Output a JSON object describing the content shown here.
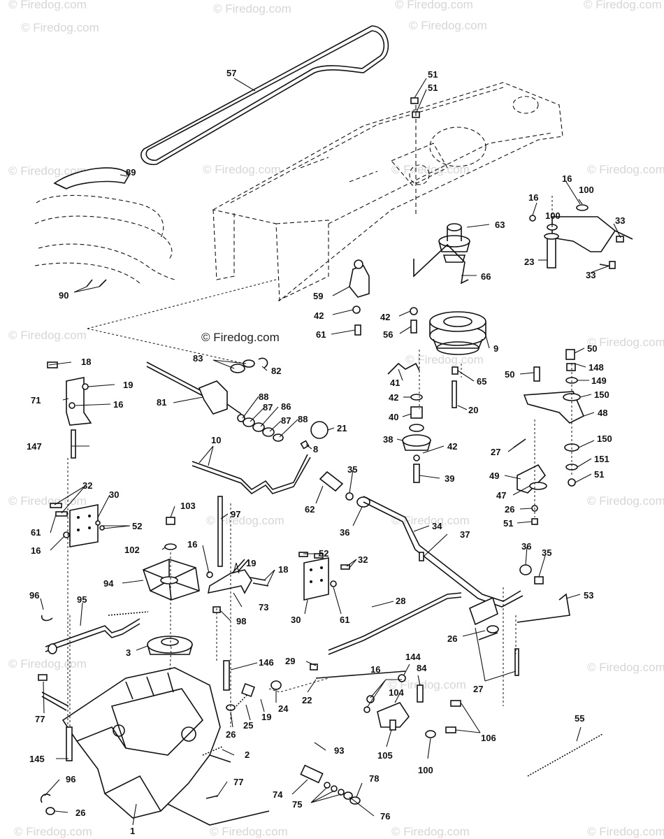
{
  "watermark": {
    "text": "© Firedog.com"
  },
  "copyright": "© Firedog.com",
  "parts": [
    {
      "id": "p57",
      "label": "57"
    },
    {
      "id": "p51a",
      "label": "51"
    },
    {
      "id": "p51b",
      "label": "51"
    },
    {
      "id": "p89",
      "label": "89"
    },
    {
      "id": "p90",
      "label": "90"
    },
    {
      "id": "p63",
      "label": "63"
    },
    {
      "id": "p16a",
      "label": "16"
    },
    {
      "id": "p100a",
      "label": "100"
    },
    {
      "id": "p16b",
      "label": "16"
    },
    {
      "id": "p100b",
      "label": "100"
    },
    {
      "id": "p33a",
      "label": "33"
    },
    {
      "id": "p23",
      "label": "23"
    },
    {
      "id": "p33b",
      "label": "33"
    },
    {
      "id": "p66",
      "label": "66"
    },
    {
      "id": "p59",
      "label": "59"
    },
    {
      "id": "p42a",
      "label": "42"
    },
    {
      "id": "p61a",
      "label": "61"
    },
    {
      "id": "p42b",
      "label": "42"
    },
    {
      "id": "p56",
      "label": "56"
    },
    {
      "id": "p9",
      "label": "9"
    },
    {
      "id": "p50a",
      "label": "50"
    },
    {
      "id": "p83",
      "label": "83"
    },
    {
      "id": "p82",
      "label": "82"
    },
    {
      "id": "p18a",
      "label": "18"
    },
    {
      "id": "p19a",
      "label": "19"
    },
    {
      "id": "p71",
      "label": "71"
    },
    {
      "id": "p16c",
      "label": "16"
    },
    {
      "id": "p147",
      "label": "147"
    },
    {
      "id": "p81",
      "label": "81"
    },
    {
      "id": "p88a",
      "label": "88"
    },
    {
      "id": "p87a",
      "label": "87"
    },
    {
      "id": "p86",
      "label": "86"
    },
    {
      "id": "p87b",
      "label": "87"
    },
    {
      "id": "p88b",
      "label": "88"
    },
    {
      "id": "p21",
      "label": "21"
    },
    {
      "id": "p8",
      "label": "8"
    },
    {
      "id": "p10",
      "label": "10"
    },
    {
      "id": "p41",
      "label": "41"
    },
    {
      "id": "p42c",
      "label": "42"
    },
    {
      "id": "p40",
      "label": "40"
    },
    {
      "id": "p38",
      "label": "38"
    },
    {
      "id": "p42d",
      "label": "42"
    },
    {
      "id": "p39",
      "label": "39"
    },
    {
      "id": "p65",
      "label": "65"
    },
    {
      "id": "p20",
      "label": "20"
    },
    {
      "id": "p50b",
      "label": "50"
    },
    {
      "id": "p148",
      "label": "148"
    },
    {
      "id": "p149",
      "label": "149"
    },
    {
      "id": "p150a",
      "label": "150"
    },
    {
      "id": "p48",
      "label": "48"
    },
    {
      "id": "p27a",
      "label": "27"
    },
    {
      "id": "p150b",
      "label": "150"
    },
    {
      "id": "p151",
      "label": "151"
    },
    {
      "id": "p49",
      "label": "49"
    },
    {
      "id": "p51c",
      "label": "51"
    },
    {
      "id": "p47",
      "label": "47"
    },
    {
      "id": "p26a",
      "label": "26"
    },
    {
      "id": "p51d",
      "label": "51"
    },
    {
      "id": "p35a",
      "label": "35"
    },
    {
      "id": "p62",
      "label": "62"
    },
    {
      "id": "p36a",
      "label": "36"
    },
    {
      "id": "p34",
      "label": "34"
    },
    {
      "id": "p32a",
      "label": "32"
    },
    {
      "id": "p30a",
      "label": "30"
    },
    {
      "id": "p61b",
      "label": "61"
    },
    {
      "id": "p52a",
      "label": "52"
    },
    {
      "id": "p16d",
      "label": "16"
    },
    {
      "id": "p103",
      "label": "103"
    },
    {
      "id": "p97",
      "label": "97"
    },
    {
      "id": "p102",
      "label": "102"
    },
    {
      "id": "p16e",
      "label": "16"
    },
    {
      "id": "p19b",
      "label": "19"
    },
    {
      "id": "p18b",
      "label": "18"
    },
    {
      "id": "p94",
      "label": "94"
    },
    {
      "id": "p73",
      "label": "73"
    },
    {
      "id": "p52b",
      "label": "52"
    },
    {
      "id": "p32b",
      "label": "32"
    },
    {
      "id": "p37",
      "label": "37"
    },
    {
      "id": "p36b",
      "label": "36"
    },
    {
      "id": "p35b",
      "label": "35"
    },
    {
      "id": "p96a",
      "label": "96"
    },
    {
      "id": "p95",
      "label": "95"
    },
    {
      "id": "p98",
      "label": "98"
    },
    {
      "id": "p30b",
      "label": "30"
    },
    {
      "id": "p61c",
      "label": "61"
    },
    {
      "id": "p28",
      "label": "28"
    },
    {
      "id": "p53",
      "label": "53"
    },
    {
      "id": "p3",
      "label": "3"
    },
    {
      "id": "p26b",
      "label": "26"
    },
    {
      "id": "p29",
      "label": "29"
    },
    {
      "id": "p146",
      "label": "146"
    },
    {
      "id": "p144",
      "label": "144"
    },
    {
      "id": "p84",
      "label": "84"
    },
    {
      "id": "p16f",
      "label": "16"
    },
    {
      "id": "p104",
      "label": "104"
    },
    {
      "id": "p27b",
      "label": "27"
    },
    {
      "id": "p22",
      "label": "22"
    },
    {
      "id": "p77a",
      "label": "77"
    },
    {
      "id": "p26c",
      "label": "26"
    },
    {
      "id": "p25",
      "label": "25"
    },
    {
      "id": "p19c",
      "label": "19"
    },
    {
      "id": "p24",
      "label": "24"
    },
    {
      "id": "p106",
      "label": "106"
    },
    {
      "id": "p55",
      "label": "55"
    },
    {
      "id": "p93",
      "label": "93"
    },
    {
      "id": "p105",
      "label": "105"
    },
    {
      "id": "p145",
      "label": "145"
    },
    {
      "id": "p2",
      "label": "2"
    },
    {
      "id": "p100c",
      "label": "100"
    },
    {
      "id": "p96b",
      "label": "96"
    },
    {
      "id": "p77b",
      "label": "77"
    },
    {
      "id": "p78",
      "label": "78"
    },
    {
      "id": "p74",
      "label": "74"
    },
    {
      "id": "p75",
      "label": "75"
    },
    {
      "id": "p76",
      "label": "76"
    },
    {
      "id": "p26d",
      "label": "26"
    },
    {
      "id": "p1",
      "label": "1"
    }
  ]
}
